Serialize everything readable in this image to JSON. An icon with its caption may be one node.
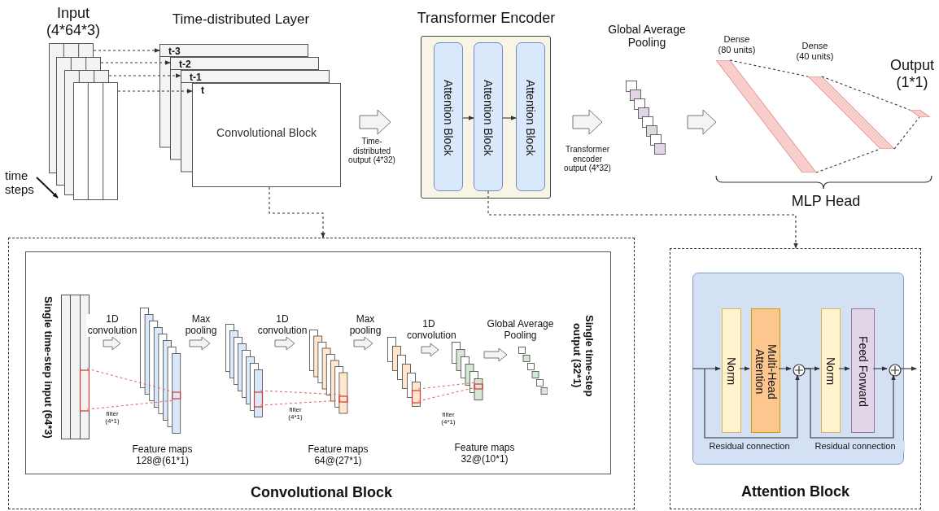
{
  "diagram": {
    "nodes": [
      {
        "text": [],
        "shape": "box"
      },
      {
        "text": [],
        "shape": "box"
      },
      {
        "text": [],
        "shape": "box"
      },
      {
        "text": [],
        "shape": "box"
      },
      {
        "text": [
          "t-3"
        ]
      },
      {
        "text": [
          "t-2"
        ]
      },
      {
        "text": [
          "t-1"
        ]
      },
      {
        "text": [
          "t",
          "Convolutional Block"
        ]
      },
      {
        "text": [
          "Transformer Encoder"
        ]
      },
      {
        "text": [
          "Attention Block"
        ],
        "in": 8
      },
      {
        "text": [
          "Attention Block"
        ],
        "in": 8
      },
      {
        "text": [
          "Attention Block"
        ],
        "in": 8
      },
      {
        "text": [
          "Global Average Pooling"
        ]
      },
      {
        "text": [],
        "shape": "bar"
      },
      {
        "text": [],
        "shape": "bar"
      },
      {
        "text": [],
        "shape": "bar"
      },
      {
        "text": [
          "Convolutional Block"
        ]
      },
      {
        "text": [],
        "shape": "box",
        "in": 16
      },
      {
        "text": [
          "Single time-step input (64*3)"
        ],
        "in": 17
      },
      {
        "text": [],
        "shape": "box",
        "in": 17,
        "beside": [
          "Feature maps 128@(61*1)"
        ]
      },
      {
        "text": [],
        "shape": "box",
        "in": 17
      },
      {
        "text": [],
        "shape": "box",
        "in": 17,
        "beside": [
          "Feature maps 64@(27*1)"
        ]
      },
      {
        "text": [],
        "shape": "box",
        "in": 17
      },
      {
        "text": [],
        "shape": "box",
        "in": 17
      },
      {
        "text": [],
        "shape": "box",
        "in": 17
      },
      {
        "text": [
          "Attention Block"
        ]
      },
      {
        "text": [],
        "shape": "box",
        "in": 25
      },
      {
        "text": [
          "Norm"
        ],
        "in": 26
      },
      {
        "text": [
          "Multi-Head Attention"
        ],
        "in": 26
      },
      {
        "text": [],
        "shape": "circle",
        "in": 26
      },
      {
        "text": [
          "Norm"
        ],
        "in": 26
      },
      {
        "text": [
          "Feed Forward"
        ],
        "in": 26
      },
      {
        "text": [],
        "shape": "circle",
        "in": 26
      }
    ],
    "edges": [
      {
        "from": 0,
        "to": 4,
        "arrow": "to",
        "style": "dashed"
      },
      {
        "from": 1,
        "to": 5,
        "arrow": "to",
        "style": "dashed"
      },
      {
        "from": 2,
        "to": 6,
        "arrow": "to",
        "style": "dashed"
      },
      {
        "from": 3,
        "to": 7,
        "arrow": "to",
        "style": "dashed"
      },
      {
        "from": 7,
        "to": 8,
        "arrow": "to",
        "style": "thick",
        "label": "Time-distributed output (4*32)"
      },
      {
        "from": 9,
        "to": 10,
        "arrow": "to"
      },
      {
        "from": 10,
        "to": 11,
        "arrow": "to"
      },
      {
        "from": 8,
        "to": 12,
        "arrow": "to",
        "style": "thick",
        "label": "Transformer encoder output (4*32)"
      },
      {
        "from": 12,
        "to": 13,
        "arrow": "to",
        "style": "thick"
      },
      {
        "from": 13,
        "to": 14,
        "arrow": "none",
        "style": "dashed"
      },
      {
        "from": 13,
        "to": 14,
        "arrow": "none",
        "style": "dashed"
      },
      {
        "from": 14,
        "to": 15,
        "arrow": "none",
        "style": "dashed"
      },
      {
        "from": 14,
        "to": 15,
        "arrow": "none",
        "style": "dashed"
      },
      {
        "from": 7,
        "to": 16,
        "arrow": "to",
        "style": "dashed"
      },
      {
        "from": 10,
        "to": 25,
        "arrow": "to",
        "style": "dashed"
      },
      {
        "from": 18,
        "to": 19,
        "arrow": "to",
        "style": "thick",
        "label": "1D convolution"
      },
      {
        "from": 19,
        "to": 20,
        "arrow": "to",
        "style": "thick",
        "label": "Max pooling"
      },
      {
        "from": 20,
        "to": 21,
        "arrow": "to",
        "style": "thick",
        "label": "1D convolution"
      },
      {
        "from": 21,
        "to": 22,
        "arrow": "to",
        "style": "thick",
        "label": "Max pooling"
      },
      {
        "from": 22,
        "to": 23,
        "arrow": "to",
        "style": "thick",
        "label": "1D convolution"
      },
      {
        "from": 23,
        "to": 24,
        "arrow": "to",
        "style": "thick",
        "label": "Global Average Pooling"
      },
      {
        "from": null,
        "to": 27,
        "arrow": "to"
      },
      {
        "from": 27,
        "to": 28,
        "arrow": "to"
      },
      {
        "from": 28,
        "to": 29,
        "arrow": "to"
      },
      {
        "from": 29,
        "to": 30,
        "arrow": "to"
      },
      {
        "from": 30,
        "to": 31,
        "arrow": "to"
      },
      {
        "from": 31,
        "to": 32,
        "arrow": "to"
      },
      {
        "from": 32,
        "to": null,
        "arrow": "to"
      },
      {
        "from": null,
        "to": 29,
        "arrow": "to",
        "label": "Residual connection"
      },
      {
        "from": 29,
        "to": 32,
        "arrow": "to",
        "label": "Residual connection"
      },
      {
        "from": 18,
        "to": 19,
        "arrow": "none",
        "style": "dashed",
        "color": "#e07070"
      },
      {
        "from": 18,
        "to": 19,
        "arrow": "none",
        "style": "dashed",
        "color": "#e07070"
      },
      {
        "from": 20,
        "to": 21,
        "arrow": "none",
        "style": "dashed",
        "color": "#e07070"
      },
      {
        "from": 20,
        "to": 21,
        "arrow": "none",
        "style": "dashed",
        "color": "#e07070"
      },
      {
        "from": 22,
        "to": 23,
        "arrow": "none",
        "style": "dashed",
        "color": "#e07070"
      },
      {
        "from": 22,
        "to": 23,
        "arrow": "none",
        "style": "dashed",
        "color": "#e07070"
      }
    ],
    "labels": [
      "Input (4*64*3)",
      "Time-distributed Layer",
      "time steps",
      "Dense (80 units)",
      "Dense (40 units)",
      "Output (1*1)",
      "MLP Head",
      "filter (4*1)",
      "filter (4*1)",
      "filter (4*1)",
      "Feature maps 32@(10*1)",
      "Single time-step output (32*1)"
    ]
  }
}
